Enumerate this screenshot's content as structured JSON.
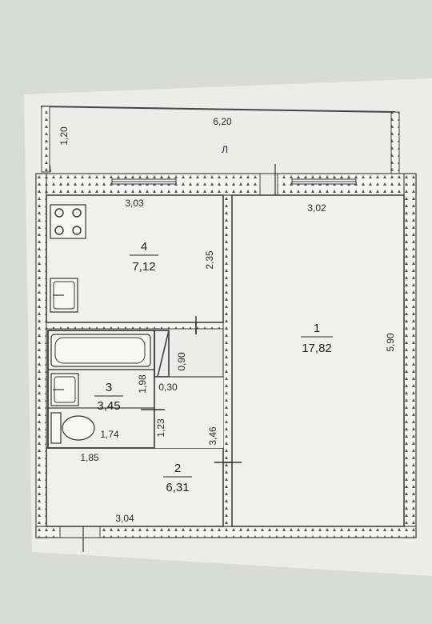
{
  "balcony": {
    "width": "6,20",
    "depth": "1,20",
    "label": "Л"
  },
  "rooms": [
    {
      "number": "1",
      "area": "17,82"
    },
    {
      "number": "2",
      "area": "6,31"
    },
    {
      "number": "3",
      "area": "3,45"
    },
    {
      "number": "4",
      "area": "7,12"
    }
  ],
  "dimensions": {
    "kitchen_width": "3,03",
    "living_width": "3,02",
    "kitchen_depth": "2,35",
    "living_depth": "5,90",
    "bath_depth": "1,98",
    "hall_depth": "3,46",
    "hall_bottom_width": "3,04",
    "hall_top_width": "1,85",
    "closet_depth": "0,90",
    "closet_width": "0,30",
    "toilet_depth": "1,23",
    "toilet_width": "1,74"
  }
}
